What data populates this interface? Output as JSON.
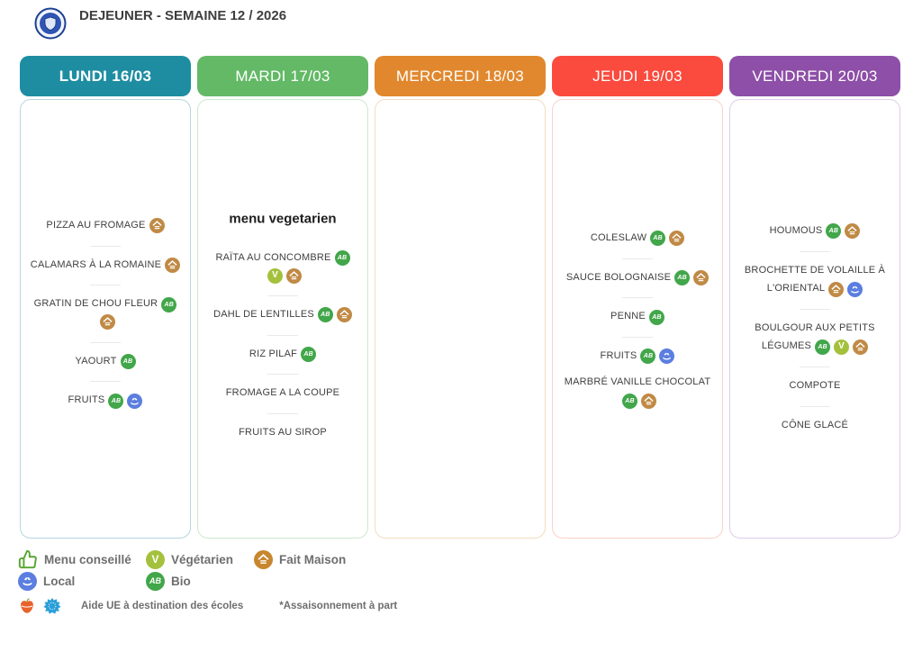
{
  "header": {
    "title": "DEJEUNER - SEMAINE 12 / 2026"
  },
  "board": {
    "columns": [
      {
        "day": "LUNDI 16/03",
        "header_color": "#1e8da2",
        "border_color": "#b5d6dd",
        "items": [
          {
            "name": "PIZZA AU FROMAGE",
            "tags": [
              "fait-maison"
            ],
            "divider_after": true
          },
          {
            "name": "CALAMARS À LA ROMAINE",
            "tags": [
              "fait-maison"
            ],
            "divider_after": true
          },
          {
            "name": "GRATIN DE CHOU FLEUR",
            "tags": [
              "bio",
              "fait-maison"
            ],
            "divider_after": true
          },
          {
            "name": "YAOURT",
            "tags": [
              "bio"
            ],
            "divider_after": true
          },
          {
            "name": "FRUITS",
            "tags": [
              "bio",
              "local"
            ],
            "divider_after": false
          }
        ]
      },
      {
        "day": "MARDI 17/03",
        "header_color": "#63b966",
        "border_color": "#cde8ce",
        "items": [
          {
            "name": "menu vegetarien",
            "heading": true,
            "tags": [],
            "divider_after": false
          },
          {
            "name": "RAÏTA AU CONCOMBRE",
            "tags": [
              "bio",
              "vegetarien",
              "fait-maison"
            ],
            "divider_after": true
          },
          {
            "name": "DAHL DE LENTILLES",
            "tags": [
              "bio",
              "fait-maison"
            ],
            "divider_after": true
          },
          {
            "name": "RIZ PILAF",
            "tags": [
              "bio"
            ],
            "divider_after": true
          },
          {
            "name": "FROMAGE A LA COUPE",
            "tags": [],
            "divider_after": true
          },
          {
            "name": "FRUITS AU SIROP",
            "tags": [],
            "divider_after": false
          }
        ]
      },
      {
        "day": "MERCREDI 18/03",
        "header_color": "#e1882e",
        "border_color": "#f2dcbf",
        "items": []
      },
      {
        "day": "JEUDI 19/03",
        "header_color": "#fa4b3e",
        "border_color": "#fbd1cc",
        "items": [
          {
            "name": "COLESLAW",
            "tags": [
              "bio",
              "fait-maison"
            ],
            "divider_after": true
          },
          {
            "name": "SAUCE BOLOGNAISE",
            "tags": [
              "bio",
              "fait-maison"
            ],
            "divider_after": true
          },
          {
            "name": "PENNE",
            "tags": [
              "bio"
            ],
            "divider_after": true
          },
          {
            "name": "FRUITS",
            "tags": [
              "bio",
              "local"
            ],
            "divider_after": false
          },
          {
            "name": "MARBRÉ VANILLE CHOCOLAT",
            "tags": [
              "bio",
              "fait-maison"
            ],
            "divider_after": false
          }
        ]
      },
      {
        "day": "VENDREDI 20/03",
        "header_color": "#8d4fa7",
        "border_color": "#e0cde8",
        "items": [
          {
            "name": "HOUMOUS",
            "tags": [
              "bio",
              "fait-maison"
            ],
            "divider_after": true
          },
          {
            "name": "BROCHETTE DE VOLAILLE À L'ORIENTAL",
            "tags": [
              "fait-maison",
              "local"
            ],
            "divider_after": true
          },
          {
            "name": "BOULGOUR AUX PETITS LÉGUMES",
            "tags": [
              "bio",
              "vegetarien",
              "fait-maison"
            ],
            "divider_after": true
          },
          {
            "name": "COMPOTE",
            "tags": [],
            "divider_after": true
          },
          {
            "name": "CÔNE GLACÉ",
            "tags": [],
            "divider_after": false
          }
        ]
      }
    ]
  },
  "badges": {
    "bio": {
      "label": "AB",
      "color": "#42a64a",
      "name": "bio-icon"
    },
    "fait-maison": {
      "label": "",
      "color": "#c08a45",
      "name": "fait-maison-icon"
    },
    "local": {
      "label": "",
      "color": "#5b7ee0",
      "name": "local-icon"
    },
    "vegetarien": {
      "label": "V",
      "color": "#a4c13d",
      "name": "vegetarien-icon"
    }
  },
  "legend": {
    "menu_conseille": "Menu conseillé",
    "vegetarien": "Végétarien",
    "fait_maison": "Fait Maison",
    "local": "Local",
    "bio": "Bio",
    "bio_label": "AB",
    "vegetarien_label": "V",
    "aide_ue": "Aide UE à destination des écoles",
    "assaisonnement": "*Assaisonnement à part"
  }
}
